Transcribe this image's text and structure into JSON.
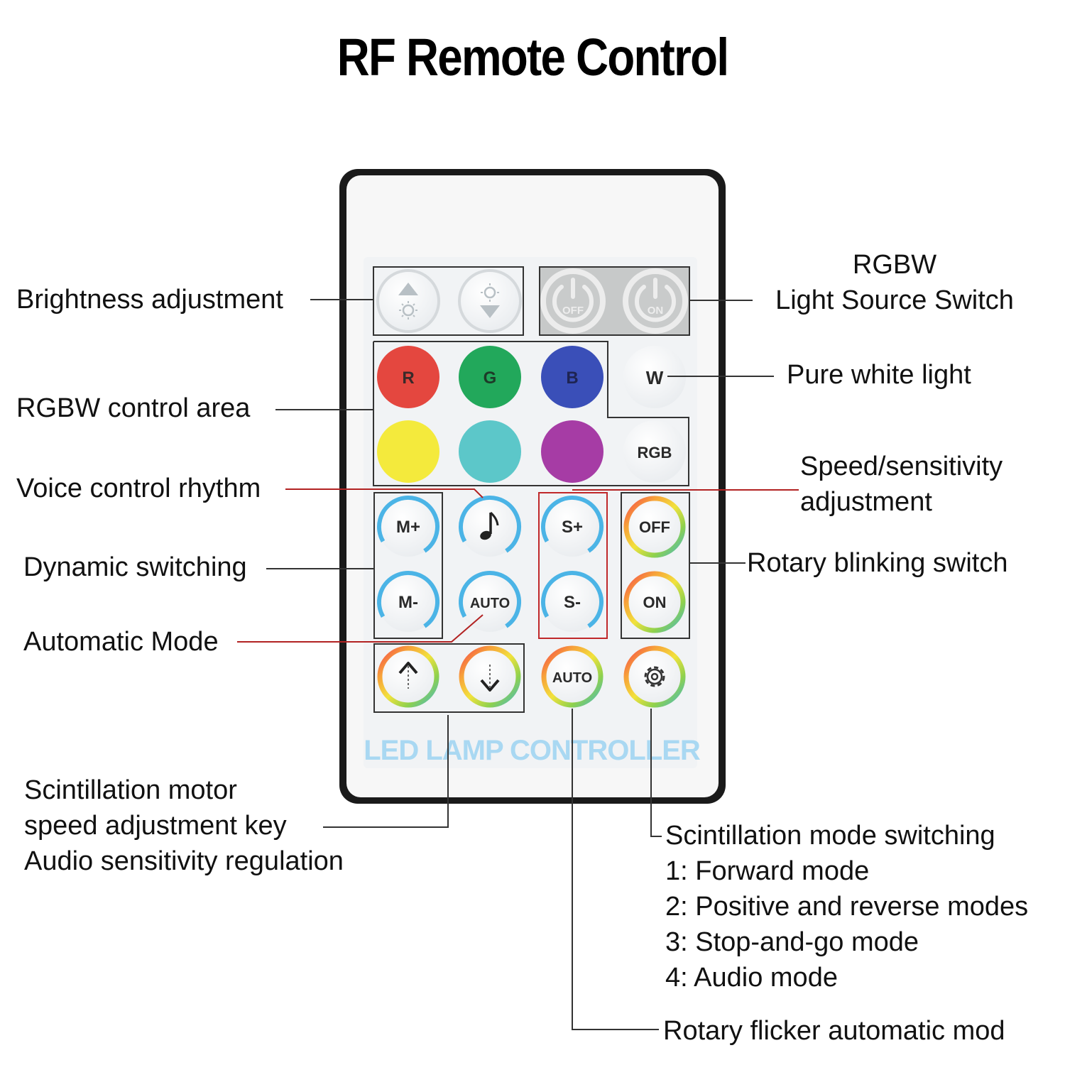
{
  "title": "RF Remote Control",
  "remote": {
    "footer_text": "LED LAMP CONTROLLER",
    "buttons": {
      "bright_up": {
        "icon": "brightness-up-icon"
      },
      "bright_down": {
        "icon": "brightness-down-icon"
      },
      "power_off": {
        "label": "OFF",
        "icon": "power-icon"
      },
      "power_on": {
        "label": "ON",
        "icon": "power-icon"
      },
      "red": {
        "label": "R",
        "color": "#e4473f"
      },
      "green": {
        "label": "G",
        "color": "#22a85b"
      },
      "blue": {
        "label": "B",
        "color": "#3a4fb8"
      },
      "white": {
        "label": "W",
        "color": "#ffffff"
      },
      "yellow": {
        "color": "#f4ea3c"
      },
      "cyan": {
        "color": "#5cc7c9"
      },
      "purple": {
        "color": "#a63ca5"
      },
      "rgb": {
        "label": "RGB"
      },
      "m_plus": {
        "label": "M+"
      },
      "music": {
        "icon": "music-note-icon"
      },
      "s_plus": {
        "label": "S+"
      },
      "rotary_off": {
        "label": "OFF"
      },
      "m_minus": {
        "label": "M-"
      },
      "auto_voice": {
        "label": "AUTO"
      },
      "s_minus": {
        "label": "S-"
      },
      "rotary_on": {
        "label": "ON"
      },
      "speed_up": {
        "icon": "arrow-up-icon"
      },
      "speed_down": {
        "icon": "arrow-down-icon"
      },
      "auto_rotary": {
        "label": "AUTO"
      },
      "settings": {
        "icon": "gear-icon"
      }
    },
    "colors": {
      "body_border": "#1a1a1a",
      "body_fill": "#f7f7f7",
      "panel_fill": "#f1f3f5",
      "blue_ring": "#4bb4e6",
      "footer_text": "#a9d8f2",
      "leader_black": "#333333",
      "leader_red": "#b22222"
    }
  },
  "annotations": {
    "brightness": "Brightness adjustment",
    "rgbw_switch": [
      "RGBW",
      "Light Source Switch"
    ],
    "pure_white": "Pure white light",
    "rgbw_area": "RGBW control area",
    "speed_sensitivity": [
      "Speed/sensitivity",
      "adjustment"
    ],
    "voice_rhythm": "Voice control rhythm",
    "dynamic_switching": "Dynamic switching",
    "rotary_blinking": "Rotary blinking switch",
    "automatic_mode": "Automatic Mode",
    "scintillation_motor": [
      "Scintillation motor",
      "speed adjustment key",
      "Audio sensitivity regulation"
    ],
    "scintillation_mode": [
      "Scintillation mode switching",
      "1: Forward mode",
      "2: Positive and reverse modes",
      "3: Stop-and-go mode",
      "4: Audio mode"
    ],
    "rotary_flicker": "Rotary flicker automatic mod"
  }
}
